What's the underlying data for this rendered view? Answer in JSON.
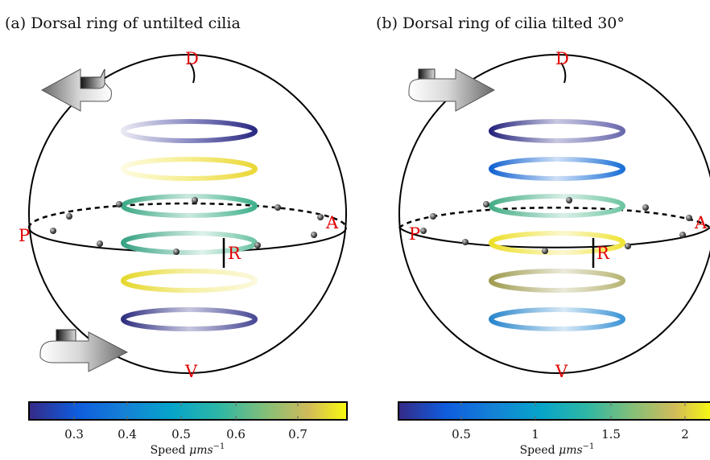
{
  "panel_a": {
    "title": "(a) Dorsal ring of untilted cilia",
    "labels": {
      "dorsal": "D",
      "ventral": "V",
      "anterior": "A",
      "posterior": "P",
      "ring": "R"
    },
    "rotation_arrows": [
      "left",
      "right"
    ],
    "ring_colors": [
      "#2b2a82",
      "#f1e64a",
      "#44b28f",
      "#3fb08c",
      "#e6dc3a",
      "#3a3a8c"
    ],
    "colorbar": {
      "colormap": "parula",
      "ticks": [
        "0.3",
        "0.4",
        "0.5",
        "0.6",
        "0.7"
      ],
      "label_prefix": "Speed ",
      "label_unit": "μms",
      "label_exp": "−1"
    }
  },
  "panel_b": {
    "title": "(b) Dorsal ring of cilia tilted 30°",
    "labels": {
      "dorsal": "D",
      "ventral": "V",
      "anterior": "A",
      "posterior": "P",
      "ring": "R"
    },
    "rotation_arrows": [
      "right"
    ],
    "ring_colors": [
      "#2b2a82",
      "#1a6fd6",
      "#4bb58e",
      "#f2e63b",
      "#a9a65a",
      "#2a8ad0"
    ],
    "colorbar": {
      "colormap": "parula",
      "ticks": [
        "0.5",
        "1",
        "1.5",
        "2"
      ],
      "label_prefix": "Speed ",
      "label_unit": "μms",
      "label_exp": "−1"
    }
  }
}
